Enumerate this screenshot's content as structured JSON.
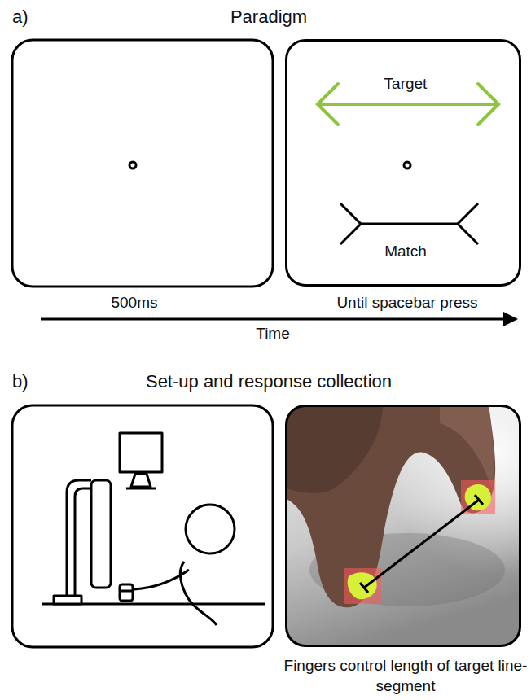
{
  "diagram": {
    "nodes": [
      {
        "text": [
          "Target",
          "Match"
        ]
      },
      {
        "text": [
          "Fingers control length of target line-segment"
        ]
      }
    ],
    "labels": [
      "a)",
      "Paradigm",
      "500ms",
      "Until spacebar press",
      "Time",
      "b)",
      "Set-up and response collection"
    ]
  }
}
